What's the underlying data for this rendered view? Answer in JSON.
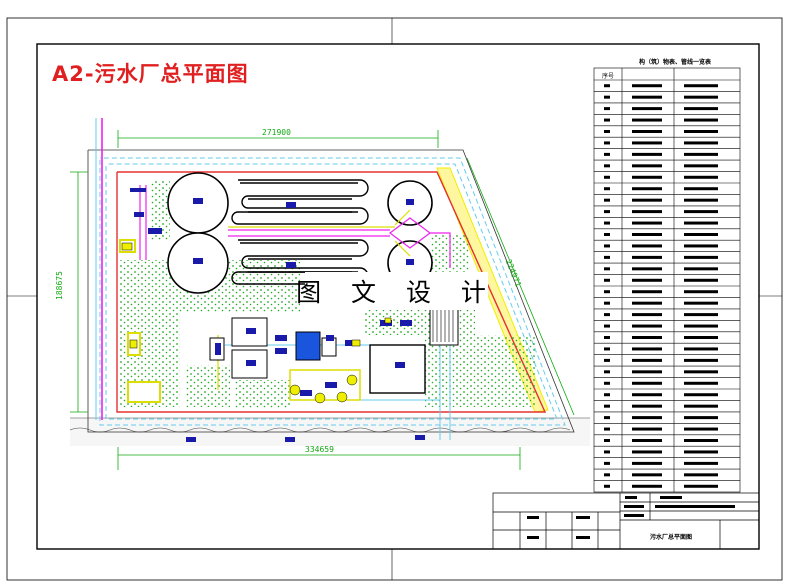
{
  "drawing": {
    "title": "A2-污水厂总平面图",
    "watermark": "图 文 设 计",
    "dimensions": {
      "top_width": "271900",
      "bottom_width": "334659",
      "left_height": "188675",
      "right_diagonal": "224971"
    },
    "colors": {
      "border": "#000000",
      "site_outline": "#e53030",
      "road": "#66ccee",
      "dimension": "#11aa11",
      "grass": "#22aa22",
      "pipe_magenta": "#ee22ee",
      "yellow_zone": "#eeee00",
      "equipment": "#1a1aaa"
    }
  },
  "table": {
    "title": "构（筑）物表、管线一览表",
    "header_no": "序号"
  },
  "title_block": {
    "drawing_name": "污水厂总平面图"
  }
}
